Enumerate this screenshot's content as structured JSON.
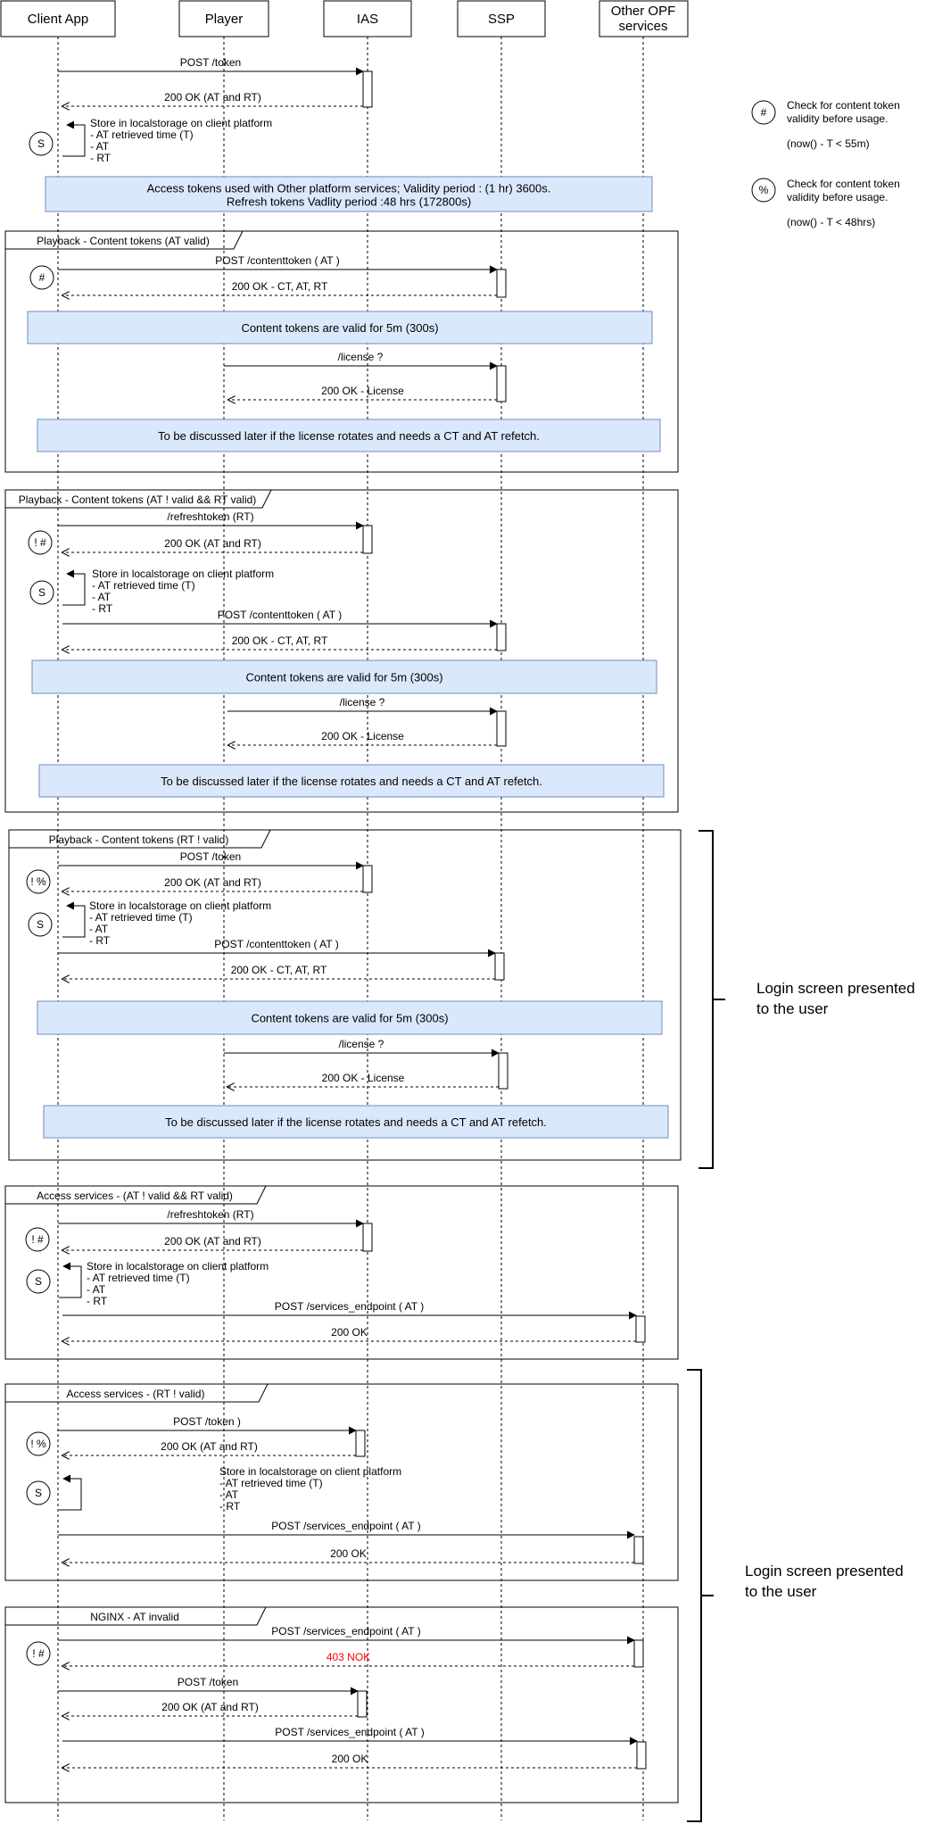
{
  "actors": [
    "Client App",
    "Player",
    "IAS",
    "SSP",
    "Other OPF services"
  ],
  "legend": [
    {
      "symbol": "#",
      "lines": [
        "Check for content token",
        "validity before usage."
      ],
      "formula": "(now() - T < 55m)"
    },
    {
      "symbol": "%",
      "lines": [
        "Check for content token",
        "validity before usage."
      ],
      "formula": "(now() - T <  48hrs)"
    }
  ],
  "intro": {
    "messages": [
      {
        "label": "POST /token",
        "dashed": false
      },
      {
        "label": "200 OK (AT and RT)",
        "dashed": true
      }
    ],
    "store_note": [
      "Store in localstorage on client platform",
      "- AT retrieved time (T)",
      "- AT",
      "- RT"
    ],
    "store_marker": "S",
    "band": [
      "Access tokens used with Other platform services; Validity period : (1 hr) 3600s.",
      "Refresh tokens Vadlity period :48 hrs (172800s)"
    ]
  },
  "frames": [
    {
      "title": "Playback - Content tokens (AT valid)",
      "marker": "#",
      "messages": [
        "POST /contenttoken ( AT )",
        "200 OK - CT, AT, RT",
        "/license ?",
        "200 OK - License"
      ],
      "bands": [
        "Content tokens are valid for 5m (300s)",
        "To be discussed later if the license rotates and needs a CT and AT refetch."
      ]
    },
    {
      "title": "Playback - Content tokens (AT ! valid && RT valid)",
      "marker": "! #",
      "messages": [
        "/refreshtoken (RT)",
        "200 OK (AT and RT)",
        "POST /contenttoken ( AT )",
        "200 OK - CT, AT, RT",
        "/license ?",
        "200 OK - License"
      ],
      "store_note": [
        "Store in localstorage on client platform",
        "- AT retrieved time (T)",
        "- AT",
        "- RT"
      ],
      "store_marker": "S",
      "bands": [
        "Content tokens are valid for 5m (300s)",
        "To be discussed later if the license rotates and needs a CT and AT refetch."
      ]
    },
    {
      "title": "Playback - Content tokens (RT ! valid)",
      "marker": "! %",
      "messages": [
        "POST /token",
        "200 OK (AT and RT)",
        "POST /contenttoken ( AT )",
        "200 OK - CT, AT, RT",
        "/license ?",
        "200 OK - License"
      ],
      "store_note": [
        "Store in localstorage on client platform",
        "- AT retrieved time (T)",
        "- AT",
        "- RT"
      ],
      "store_marker": "S",
      "bands": [
        "Content tokens are valid for 5m (300s)",
        "To be discussed later if the license rotates and needs a CT and AT refetch."
      ]
    },
    {
      "title": "Access services - (AT ! valid && RT valid)",
      "marker": "! #",
      "messages": [
        "/refreshtoken (RT)",
        "200 OK (AT and RT)",
        "POST /services_endpoint ( AT )",
        "200 OK"
      ],
      "store_note": [
        "Store in localstorage on client platform",
        "- AT retrieved time (T)",
        "- AT",
        "- RT"
      ],
      "store_marker": "S"
    },
    {
      "title": "Access services - (RT ! valid)",
      "marker": "! %",
      "messages": [
        "POST /token )",
        "200 OK (AT and RT)",
        "POST /services_endpoint ( AT )",
        "200 OK"
      ],
      "store_note": [
        "Store in localstorage on client platform",
        "- AT retrieved time (T)",
        "- AT",
        "- RT"
      ],
      "store_marker": "S"
    },
    {
      "title": "NGINX - AT invalid",
      "marker": "! #",
      "messages": [
        "POST /services_endpoint ( AT )",
        "403 NOK",
        "POST /token",
        "200 OK (AT and RT)",
        "POST /services_endpoint ( AT )",
        "200 OK"
      ]
    }
  ],
  "side_labels": [
    [
      "Login screen presented",
      "to the user"
    ],
    [
      "Login screen presented",
      "to the user"
    ]
  ],
  "colors": {
    "band_fill": "#dae8fc",
    "band_stroke": "#6c8ebf",
    "error_text": "#ff0000"
  }
}
